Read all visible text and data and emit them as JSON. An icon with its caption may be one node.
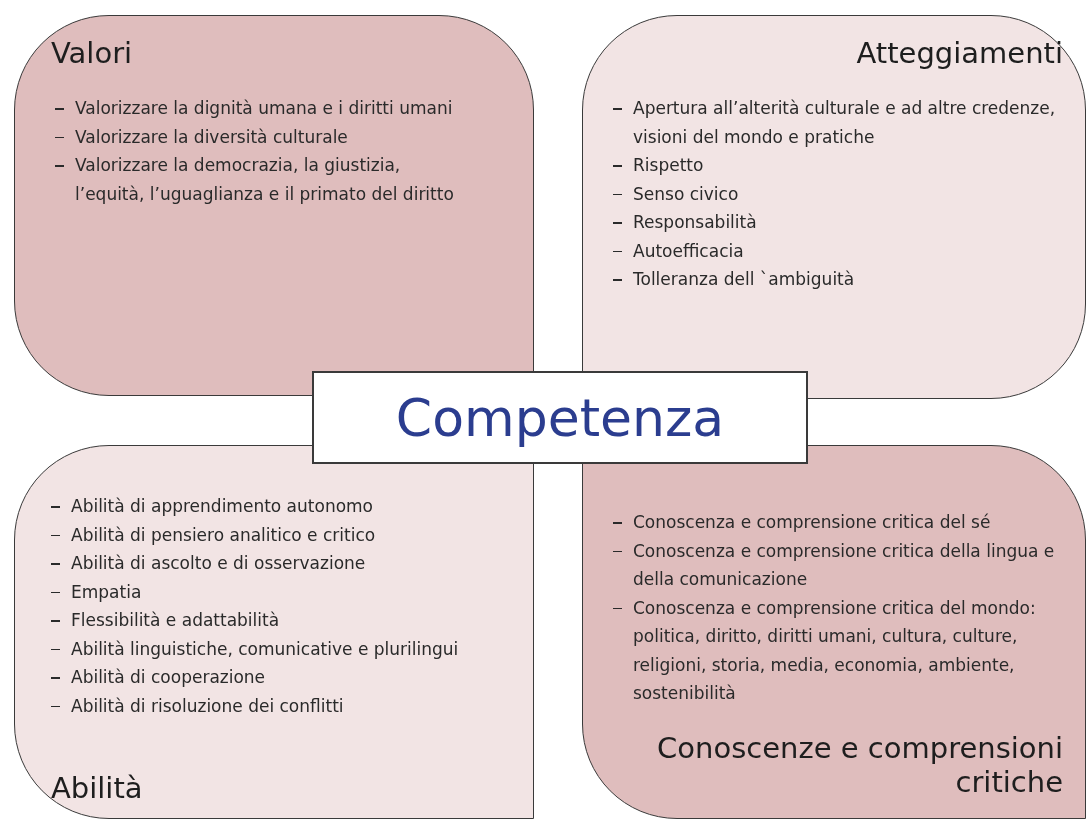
{
  "diagram": {
    "nodes": [
      {
        "text": [
          "Valori",
          "Valorizzare la dignità umana e i diritti umani",
          "Valorizzare la diversità culturale",
          "Valorizzare la democrazia, la giustizia, l’equità, l’uguaglianza e il primato del diritto"
        ]
      },
      {
        "text": [
          "Atteggiamenti",
          "Apertura all’alterità culturale e ad altre credenze, visioni del mondo e pratiche",
          "Rispetto",
          "Senso civico",
          "Responsabilità",
          "Autoefficacia",
          "Tolleranza dell `ambiguità"
        ]
      },
      {
        "text": [
          "Competenza"
        ]
      },
      {
        "text": [
          "Abilità di apprendimento autonomo",
          "Abilità di pensiero analitico e critico",
          "Abilità di ascolto e di osservazione",
          "Empatia",
          "Flessibilità e adattabilità",
          "Abilità linguistiche, comunicative e plurilingui",
          "Abilità di cooperazione",
          "Abilità di risoluzione dei conflitti",
          "Abilità"
        ]
      },
      {
        "text": [
          "Conoscenza e comprensione critica del sé",
          "Conoscenza e comprensione critica della lingua e della comunicazione",
          "Conoscenza e comprensione critica del mondo: politica, diritto, diritti umani, cultura, culture, religioni, storia, media, economia, ambiente, sostenibilità",
          "Conoscenze e comprensioni critiche"
        ]
      }
    ]
  }
}
